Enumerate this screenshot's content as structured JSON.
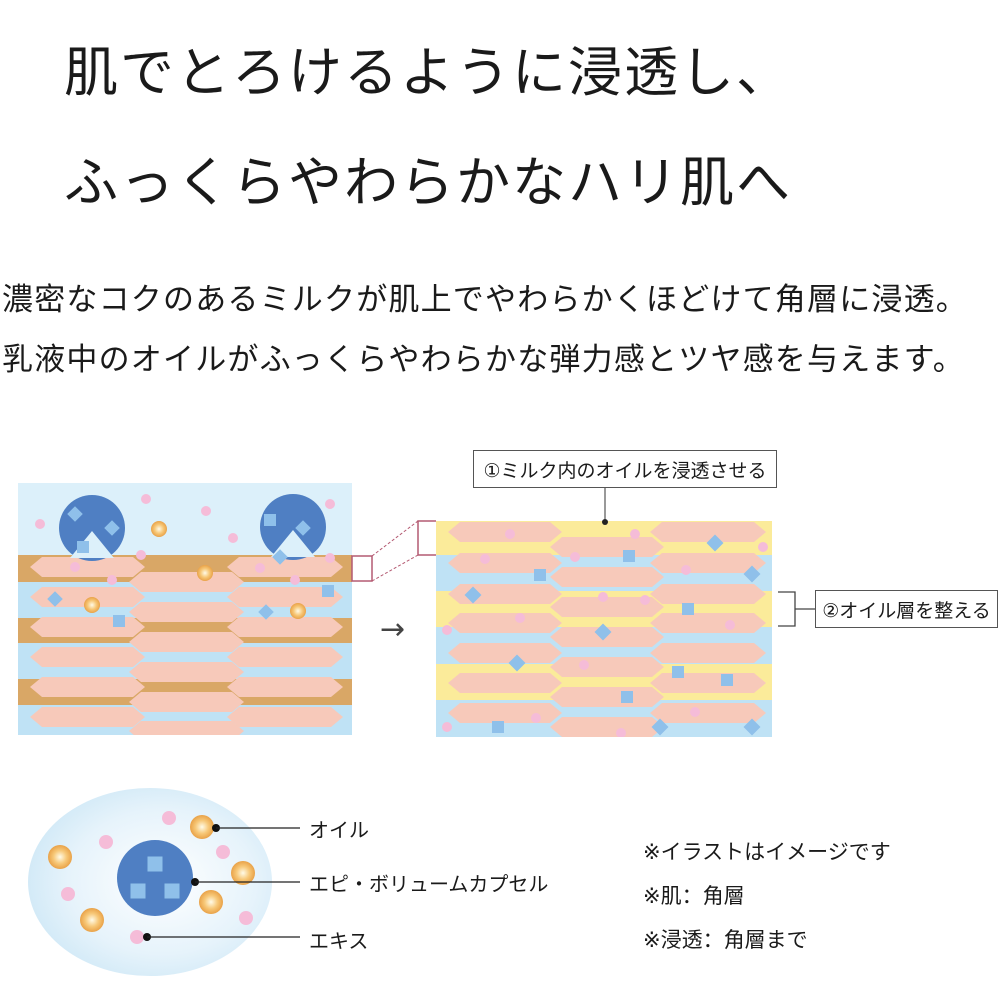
{
  "headline": {
    "line1": "肌でとろけるように浸透し、",
    "line2": "ふっくらやわらかなハリ肌へ"
  },
  "description": {
    "line1": "濃密なコクのあるミルクが肌上でやわらかくほどけて角層に浸透。",
    "line2": "乳液中のオイルがふっくらやわらかな弾力感とツヤ感を与えます。"
  },
  "diagram": {
    "callout1": "①ミルク内のオイルを浸透させる",
    "callout2": "②オイル層を整える",
    "arrow": "→"
  },
  "legend": {
    "oil": "オイル",
    "capsule": "エピ・ボリュームカプセル",
    "extract": "エキス"
  },
  "notes": [
    "※イラストはイメージです",
    "※肌：角層",
    "※浸透：角層まで"
  ],
  "colors": {
    "skin_cell": "#f7c9ba",
    "oil_layer_before": "#d9a766",
    "oil_layer_after": "#fbeb9a",
    "water_layer": "#bfe2f5",
    "capsule": "#4f7fc3",
    "particle_pink": "#f5bcd8",
    "oil_particle": "#f2b15a"
  }
}
